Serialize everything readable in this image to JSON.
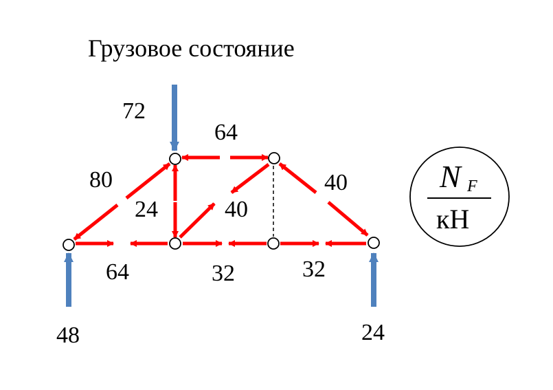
{
  "title": "Грузовое состояние",
  "legend": {
    "symbol": "N",
    "subscript": "F",
    "unit": "кН"
  },
  "colors": {
    "force_arrow": "#ff0000",
    "reaction_arrow": "#4f81bd",
    "node": "#000000"
  },
  "loads": {
    "top": "72",
    "left_support": "48",
    "right_support": "24"
  },
  "member_forces": {
    "top_chord": "64",
    "left_diagonal": "80",
    "right_diagonal": "40",
    "left_vertical": "24",
    "middle_diagonal": "40",
    "bottom_left": "64",
    "bottom_middle": "32",
    "bottom_right": "32"
  }
}
